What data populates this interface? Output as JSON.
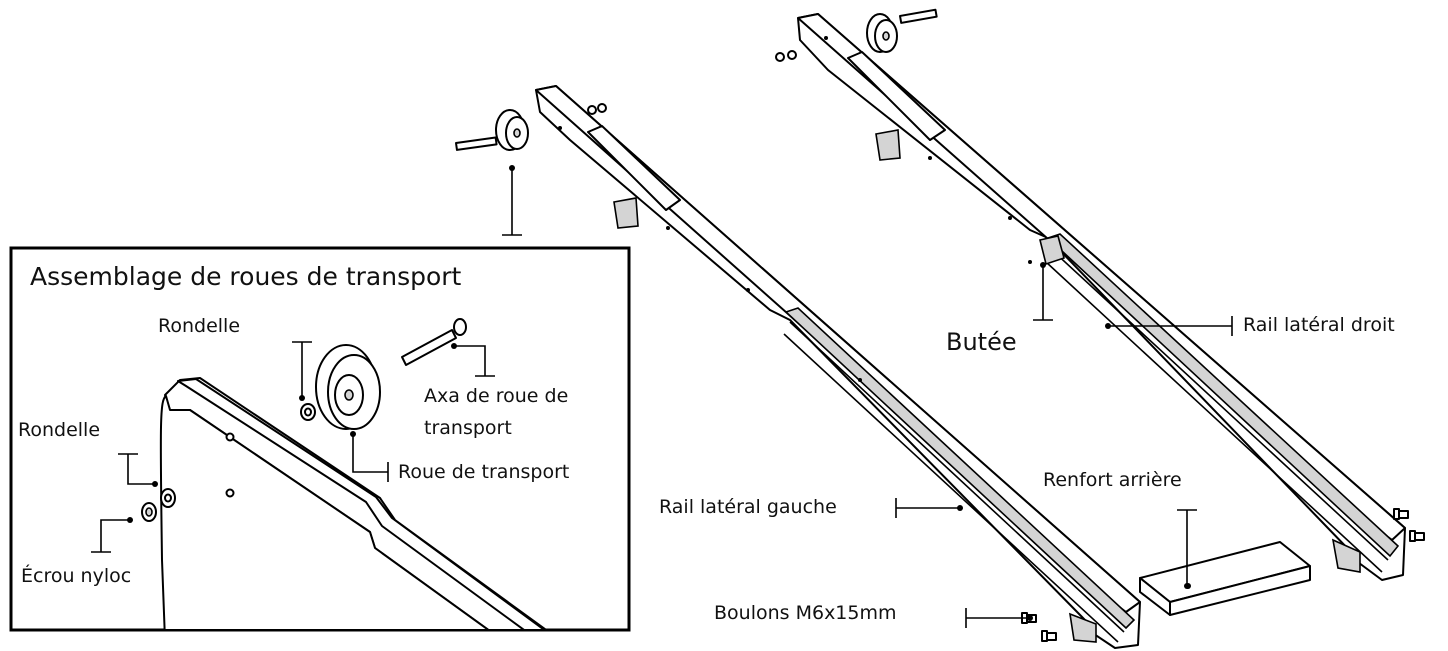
{
  "inset": {
    "title": "Assemblage de roues de transport",
    "labels": {
      "rondelle_top": "Rondelle",
      "rondelle_left": "Rondelle",
      "axe_line1": "Axa de roue de",
      "axe_line2": "transport",
      "roue": "Roue de transport",
      "ecrou": "Écrou nyloc"
    }
  },
  "main": {
    "labels": {
      "butee": "Butée",
      "rail_droit": "Rail latéral droit",
      "rail_gauche": "Rail latéral gauche",
      "renfort": "Renfort arrière",
      "boulons": "Boulons M6x15mm"
    }
  },
  "colors": {
    "line": "#000000",
    "fill": "#ffffff",
    "shade": "#cfcfcf"
  }
}
